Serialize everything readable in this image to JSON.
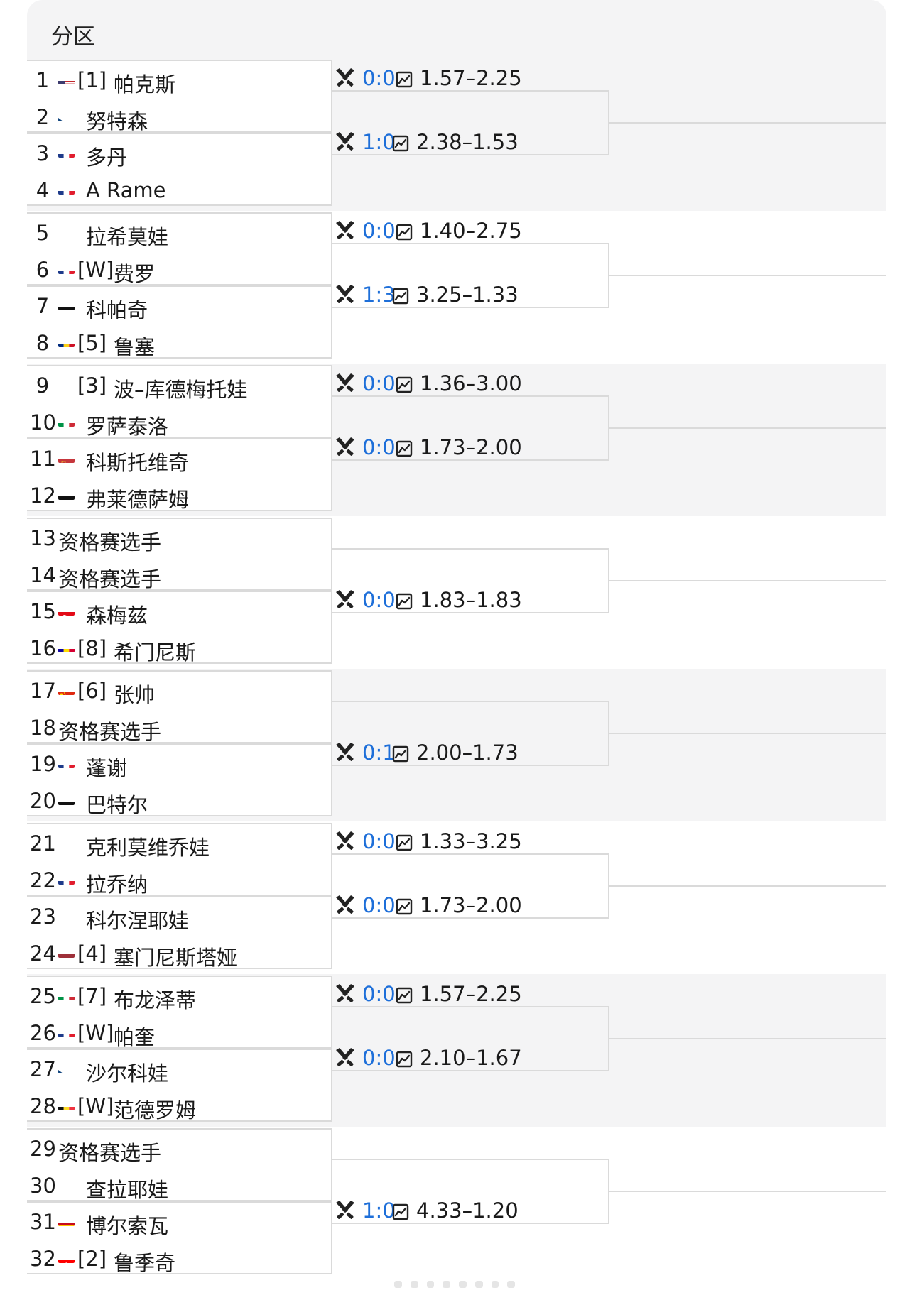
{
  "header": {
    "title": "分区"
  },
  "players": [
    {
      "num": "1",
      "flag": "us",
      "seed": "[1]",
      "name": "帕克斯"
    },
    {
      "num": "2",
      "flag": "cz",
      "seed": "",
      "name": "努特森"
    },
    {
      "num": "3",
      "flag": "fr",
      "seed": "",
      "name": "多丹"
    },
    {
      "num": "4",
      "flag": "fr",
      "seed": "",
      "name": "A Rame"
    },
    {
      "num": "5",
      "flag": "ru",
      "seed": "",
      "name": "拉希莫娃"
    },
    {
      "num": "6",
      "flag": "fr",
      "seed": "[W]",
      "name": "费罗"
    },
    {
      "num": "7",
      "flag": "de",
      "seed": "",
      "name": "科帕奇"
    },
    {
      "num": "8",
      "flag": "ro",
      "seed": "[5]",
      "name": "鲁塞"
    },
    {
      "num": "9",
      "flag": "ru",
      "seed": "[3]",
      "name": "波–库德梅托娃"
    },
    {
      "num": "10",
      "flag": "it",
      "seed": "",
      "name": "罗萨泰洛"
    },
    {
      "num": "11",
      "flag": "rs",
      "seed": "",
      "name": "科斯托维奇"
    },
    {
      "num": "12",
      "flag": "de",
      "seed": "",
      "name": "弗莱德萨姆"
    },
    {
      "num": "13",
      "flag": "",
      "seed": "",
      "name": "资格赛选手"
    },
    {
      "num": "14",
      "flag": "",
      "seed": "",
      "name": "资格赛选手"
    },
    {
      "num": "15",
      "flag": "tr",
      "seed": "",
      "name": "森梅兹"
    },
    {
      "num": "16",
      "flag": "ad",
      "seed": "[8]",
      "name": "希门尼斯"
    },
    {
      "num": "17",
      "flag": "cn",
      "seed": "[6]",
      "name": "张帅"
    },
    {
      "num": "18",
      "flag": "",
      "seed": "",
      "name": "资格赛选手"
    },
    {
      "num": "19",
      "flag": "fr",
      "seed": "",
      "name": "蓬谢"
    },
    {
      "num": "20",
      "flag": "de",
      "seed": "",
      "name": "巴特尔"
    },
    {
      "num": "21",
      "flag": "pl",
      "seed": "",
      "name": "克利莫维乔娃"
    },
    {
      "num": "22",
      "flag": "fr",
      "seed": "",
      "name": "拉乔纳"
    },
    {
      "num": "23",
      "flag": "ru",
      "seed": "",
      "name": "科尔涅耶娃"
    },
    {
      "num": "24",
      "flag": "lv",
      "seed": "[4]",
      "name": "塞门尼斯塔娅"
    },
    {
      "num": "25",
      "flag": "it",
      "seed": "[7]",
      "name": "布龙泽蒂"
    },
    {
      "num": "26",
      "flag": "fr",
      "seed": "[W]",
      "name": "帕奎"
    },
    {
      "num": "27",
      "flag": "cz",
      "seed": "",
      "name": "沙尔科娃"
    },
    {
      "num": "28",
      "flag": "be",
      "seed": "[W]",
      "name": "范德罗姆"
    },
    {
      "num": "29",
      "flag": "",
      "seed": "",
      "name": "资格赛选手"
    },
    {
      "num": "30",
      "flag": "ru",
      "seed": "",
      "name": "查拉耶娃"
    },
    {
      "num": "31",
      "flag": "es",
      "seed": "",
      "name": "博尔索瓦"
    },
    {
      "num": "32",
      "flag": "hr",
      "seed": "[2]",
      "name": "鲁季奇"
    }
  ],
  "matches": [
    {
      "score": "0:0",
      "odds": "1.57–2.25"
    },
    {
      "score": "1:0",
      "odds": "2.38–1.53"
    },
    {
      "score": "0:0",
      "odds": "1.40–2.75"
    },
    {
      "score": "1:3",
      "odds": "3.25–1.33"
    },
    {
      "score": "0:0",
      "odds": "1.36–3.00"
    },
    {
      "score": "0:0",
      "odds": "1.73–2.00"
    },
    null,
    {
      "score": "0:0",
      "odds": "1.83–1.83"
    },
    null,
    {
      "score": "0:1",
      "odds": "2.00–1.73"
    },
    {
      "score": "0:0",
      "odds": "1.33–3.25"
    },
    {
      "score": "0:0",
      "odds": "1.73–2.00"
    },
    {
      "score": "0:0",
      "odds": "1.57–2.25"
    },
    {
      "score": "0:0",
      "odds": "2.10–1.67"
    },
    null,
    {
      "score": "1:0",
      "odds": "4.33–1.20"
    }
  ],
  "icons": {
    "match_icon": "crossed-rackets-icon",
    "odds_icon": "trend-chart-icon"
  },
  "colors": {
    "score": "#1e6fd9",
    "band": "#f4f4f5",
    "line": "#dadada"
  }
}
